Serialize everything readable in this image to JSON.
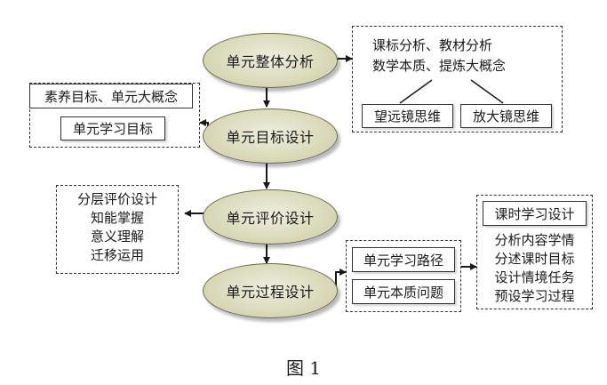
{
  "stages": [
    {
      "label": "单元整体分析"
    },
    {
      "label": "单元目标设计"
    },
    {
      "label": "单元评价设计"
    },
    {
      "label": "单元过程设计"
    }
  ],
  "analysis_panel": {
    "lines": [
      "课标分析、教材分析",
      "数学本质、提炼大概念"
    ],
    "boxes": [
      "望远镜思维",
      "放大镜思维"
    ]
  },
  "goal_panel": {
    "line": "素养目标、单元大概念",
    "box": "单元学习目标"
  },
  "evaluation_panel": {
    "lines": [
      "分层评价设计",
      "知能掌握",
      "意义理解",
      "迁移运用"
    ]
  },
  "process_panel": {
    "boxes": [
      "单元学习路径",
      "单元本质问题"
    ]
  },
  "lesson_panel": {
    "box": "课时学习设计",
    "lines": [
      "分析内容学情",
      "分述课时目标",
      "设计情境任务",
      "预设学习过程"
    ]
  },
  "caption": "图 1",
  "colors": {
    "ellipse_fill": "#d6d6b4",
    "line": "#1a1a1a"
  }
}
